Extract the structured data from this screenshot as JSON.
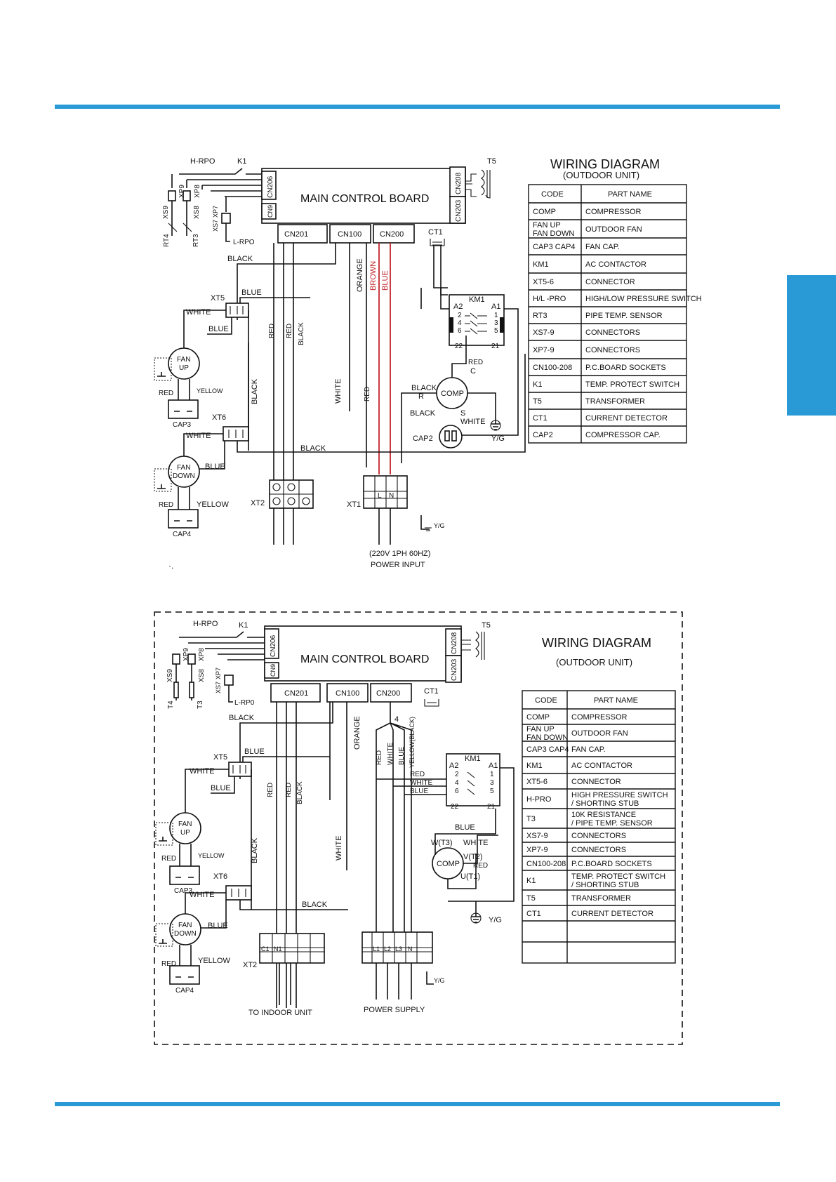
{
  "colors": {
    "accent": "#2a9ad6",
    "wire_red": "#c1272d"
  },
  "d1": {
    "title": "WIRING DIAGRAM",
    "subtitle": "(OUTDOOR UNIT)",
    "board": "MAIN CONTROL BOARD",
    "conn": {
      "cn206": "CN206",
      "cn9": "CN9",
      "cn208": "CN208",
      "cn203": "CN203",
      "cn201": "CN201",
      "cn100": "CN100",
      "cn200": "CN200",
      "ct1": "CT1",
      "t5": "T5"
    },
    "labels": {
      "hrpo": "H-RPO",
      "k1": "K1",
      "xp9": "XP9",
      "xs9": "XS9",
      "xp8": "XP8",
      "xs8": "XS8",
      "xs7": "XS7",
      "xp7": "XP7",
      "rt4": "RT4",
      "rt3": "RT3",
      "lrpo": "L-RPO",
      "xt5": "XT5",
      "xt6": "XT6",
      "xt2": "XT2",
      "xt1": "XT1",
      "km1": "KM1",
      "a2": "A2",
      "a1": "A1",
      "n2": "2",
      "n4": "4",
      "n6": "6",
      "n1": "1",
      "n3": "3",
      "n5": "5",
      "n22": "22",
      "n21": "21",
      "comp": "COMP",
      "r": "R",
      "c": "C",
      "s": "S",
      "cap2": "CAP2",
      "cap3": "CAP3",
      "cap4": "CAP4",
      "yg": "Y/G",
      "yg_small": "Y/G",
      "fan": "FAN",
      "up": "UP",
      "down": "DOWN",
      "l": "L",
      "n": "N",
      "power1": "(220V 1PH 60HZ)",
      "power2": "POWER   INPUT",
      "dot": "·."
    },
    "wires": {
      "black": "BLACK",
      "blue": "BLUE",
      "white": "WHITE",
      "red": "RED",
      "yellow": "YELLOW",
      "orange": "ORANGE",
      "brown": "BROWN"
    },
    "table_head": {
      "code": "CODE",
      "part": "PART NAME"
    },
    "table": [
      [
        "COMP",
        "COMPRESSOR"
      ],
      [
        "FAN  UP\nFAN  DOWN",
        "OUTDOOR FAN"
      ],
      [
        "CAP3 CAP4",
        "FAN CAP."
      ],
      [
        "KM1",
        "AC CONTACTOR"
      ],
      [
        "XT5-6",
        "CONNECTOR"
      ],
      [
        "H/L -PRO",
        "HIGH/LOW PRESSURE SWITCH"
      ],
      [
        "RT3",
        "PIPE   TEMP. SENSOR"
      ],
      [
        "XS7-9",
        "CONNECTORS"
      ],
      [
        "XP7-9",
        "CONNECTORS"
      ],
      [
        "CN100-208",
        "P.C.BOARD SOCKETS"
      ],
      [
        "K1",
        "TEMP. PROTECT SWITCH"
      ],
      [
        "T5",
        "TRANSFORMER"
      ],
      [
        "CT1",
        "CURRENT DETECTOR"
      ],
      [
        "CAP2",
        "COMPRESSOR CAP."
      ]
    ]
  },
  "d2": {
    "title": "WIRING DIAGRAM",
    "subtitle": "(OUTDOOR UNIT)",
    "board": "MAIN CONTROL BOARD",
    "conn": {
      "cn206": "CN206",
      "cn9": "CN9",
      "cn208": "CN208",
      "cn203": "CN203",
      "cn201": "CN201",
      "cn100": "CN100",
      "cn200": "CN200",
      "ct1": "CT1",
      "t5": "T5"
    },
    "labels": {
      "hrpo": "H-RPO",
      "k1": "K1",
      "xp9": "XP9",
      "xs9": "XS9",
      "xp8": "XP8",
      "xs8": "XS8",
      "xs7": "XS7",
      "xp7": "XP7",
      "t4": "T4",
      "t3": "T3",
      "lrpo": "L-RP0",
      "xt5": "XT5",
      "xt6": "XT6",
      "xt2": "XT2",
      "km1": "KM1",
      "four": "4",
      "a2": "A2",
      "a1": "A1",
      "n2": "2",
      "n4": "4",
      "n6": "6",
      "n1": "1",
      "n3": "3",
      "n5": "5",
      "n22": "22",
      "n21": "21",
      "comp": "COMP",
      "wt3": "W(T3)",
      "vt2": "V(T2)",
      "ut1": "U(T1)",
      "cap3": "CAP3",
      "cap4": "CAP4",
      "yg": "Y/G",
      "yg_small": "Y/G",
      "fan": "FAN",
      "up": "UP",
      "down": "DOWN",
      "c1": "C1",
      "n1t": "N1",
      "l1": "L1",
      "l2": "L2",
      "l3": "L3",
      "nt": "N",
      "indoor": "TO  INDOOR UNIT",
      "supply": "POWER  SUPPLY"
    },
    "wires": {
      "black": "BLACK",
      "blue": "BLUE",
      "white": "WHITE",
      "red": "RED",
      "yellow": "YELLOW",
      "orange": "ORANGE",
      "yellow_black": "YELLOW(BLACK)"
    },
    "table_head": {
      "code": "CODE",
      "part": "PART NAME"
    },
    "table": [
      [
        "COMP",
        "COMPRESSOR"
      ],
      [
        "FAN  UP\nFAN  DOWN",
        "OUTDOOR FAN"
      ],
      [
        "CAP3 CAP4",
        "FAN CAP."
      ],
      [
        "KM1",
        "AC CONTACTOR"
      ],
      [
        "XT5-6",
        "CONNECTOR"
      ],
      [
        "H-PRO",
        "HIGH PRESSURE SWITCH\n/ SHORTING STUB"
      ],
      [
        "T3",
        "10K RESISTANCE\n/  PIPE TEMP. SENSOR"
      ],
      [
        "XS7-9",
        "CONNECTORS"
      ],
      [
        "XP7-9",
        "CONNECTORS"
      ],
      [
        "CN100-208",
        "P.C.BOARD SOCKETS"
      ],
      [
        "K1",
        "TEMP. PROTECT SWITCH\n/ SHORTING STUB"
      ],
      [
        "T5",
        "TRANSFORMER"
      ],
      [
        "CT1",
        "CURRENT DETECTOR"
      ],
      [
        "",
        ""
      ],
      [
        "",
        ""
      ]
    ]
  }
}
